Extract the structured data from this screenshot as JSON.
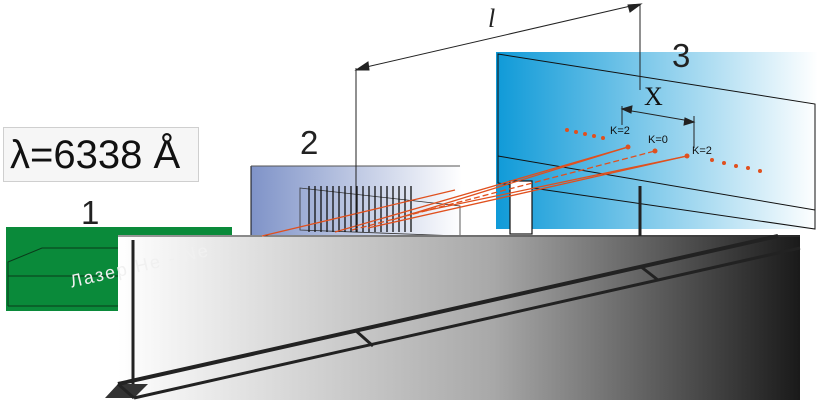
{
  "wavelength_label": "λ=6338 Å",
  "labels": {
    "laser_number": "1",
    "grating_number": "2",
    "screen_number": "3",
    "laser_name": "Лазер He - Ne",
    "distance_symbol": "l",
    "spacing_symbol": "X"
  },
  "orders": {
    "left": "K=2",
    "center": "K=0",
    "right": "K=2"
  },
  "colors": {
    "laser_body": "#0a8a3a",
    "beam": "#e0501e",
    "screen": "#1aa3db",
    "grating_panel": "#8aa0d0",
    "rail": "#2a2a2a"
  }
}
